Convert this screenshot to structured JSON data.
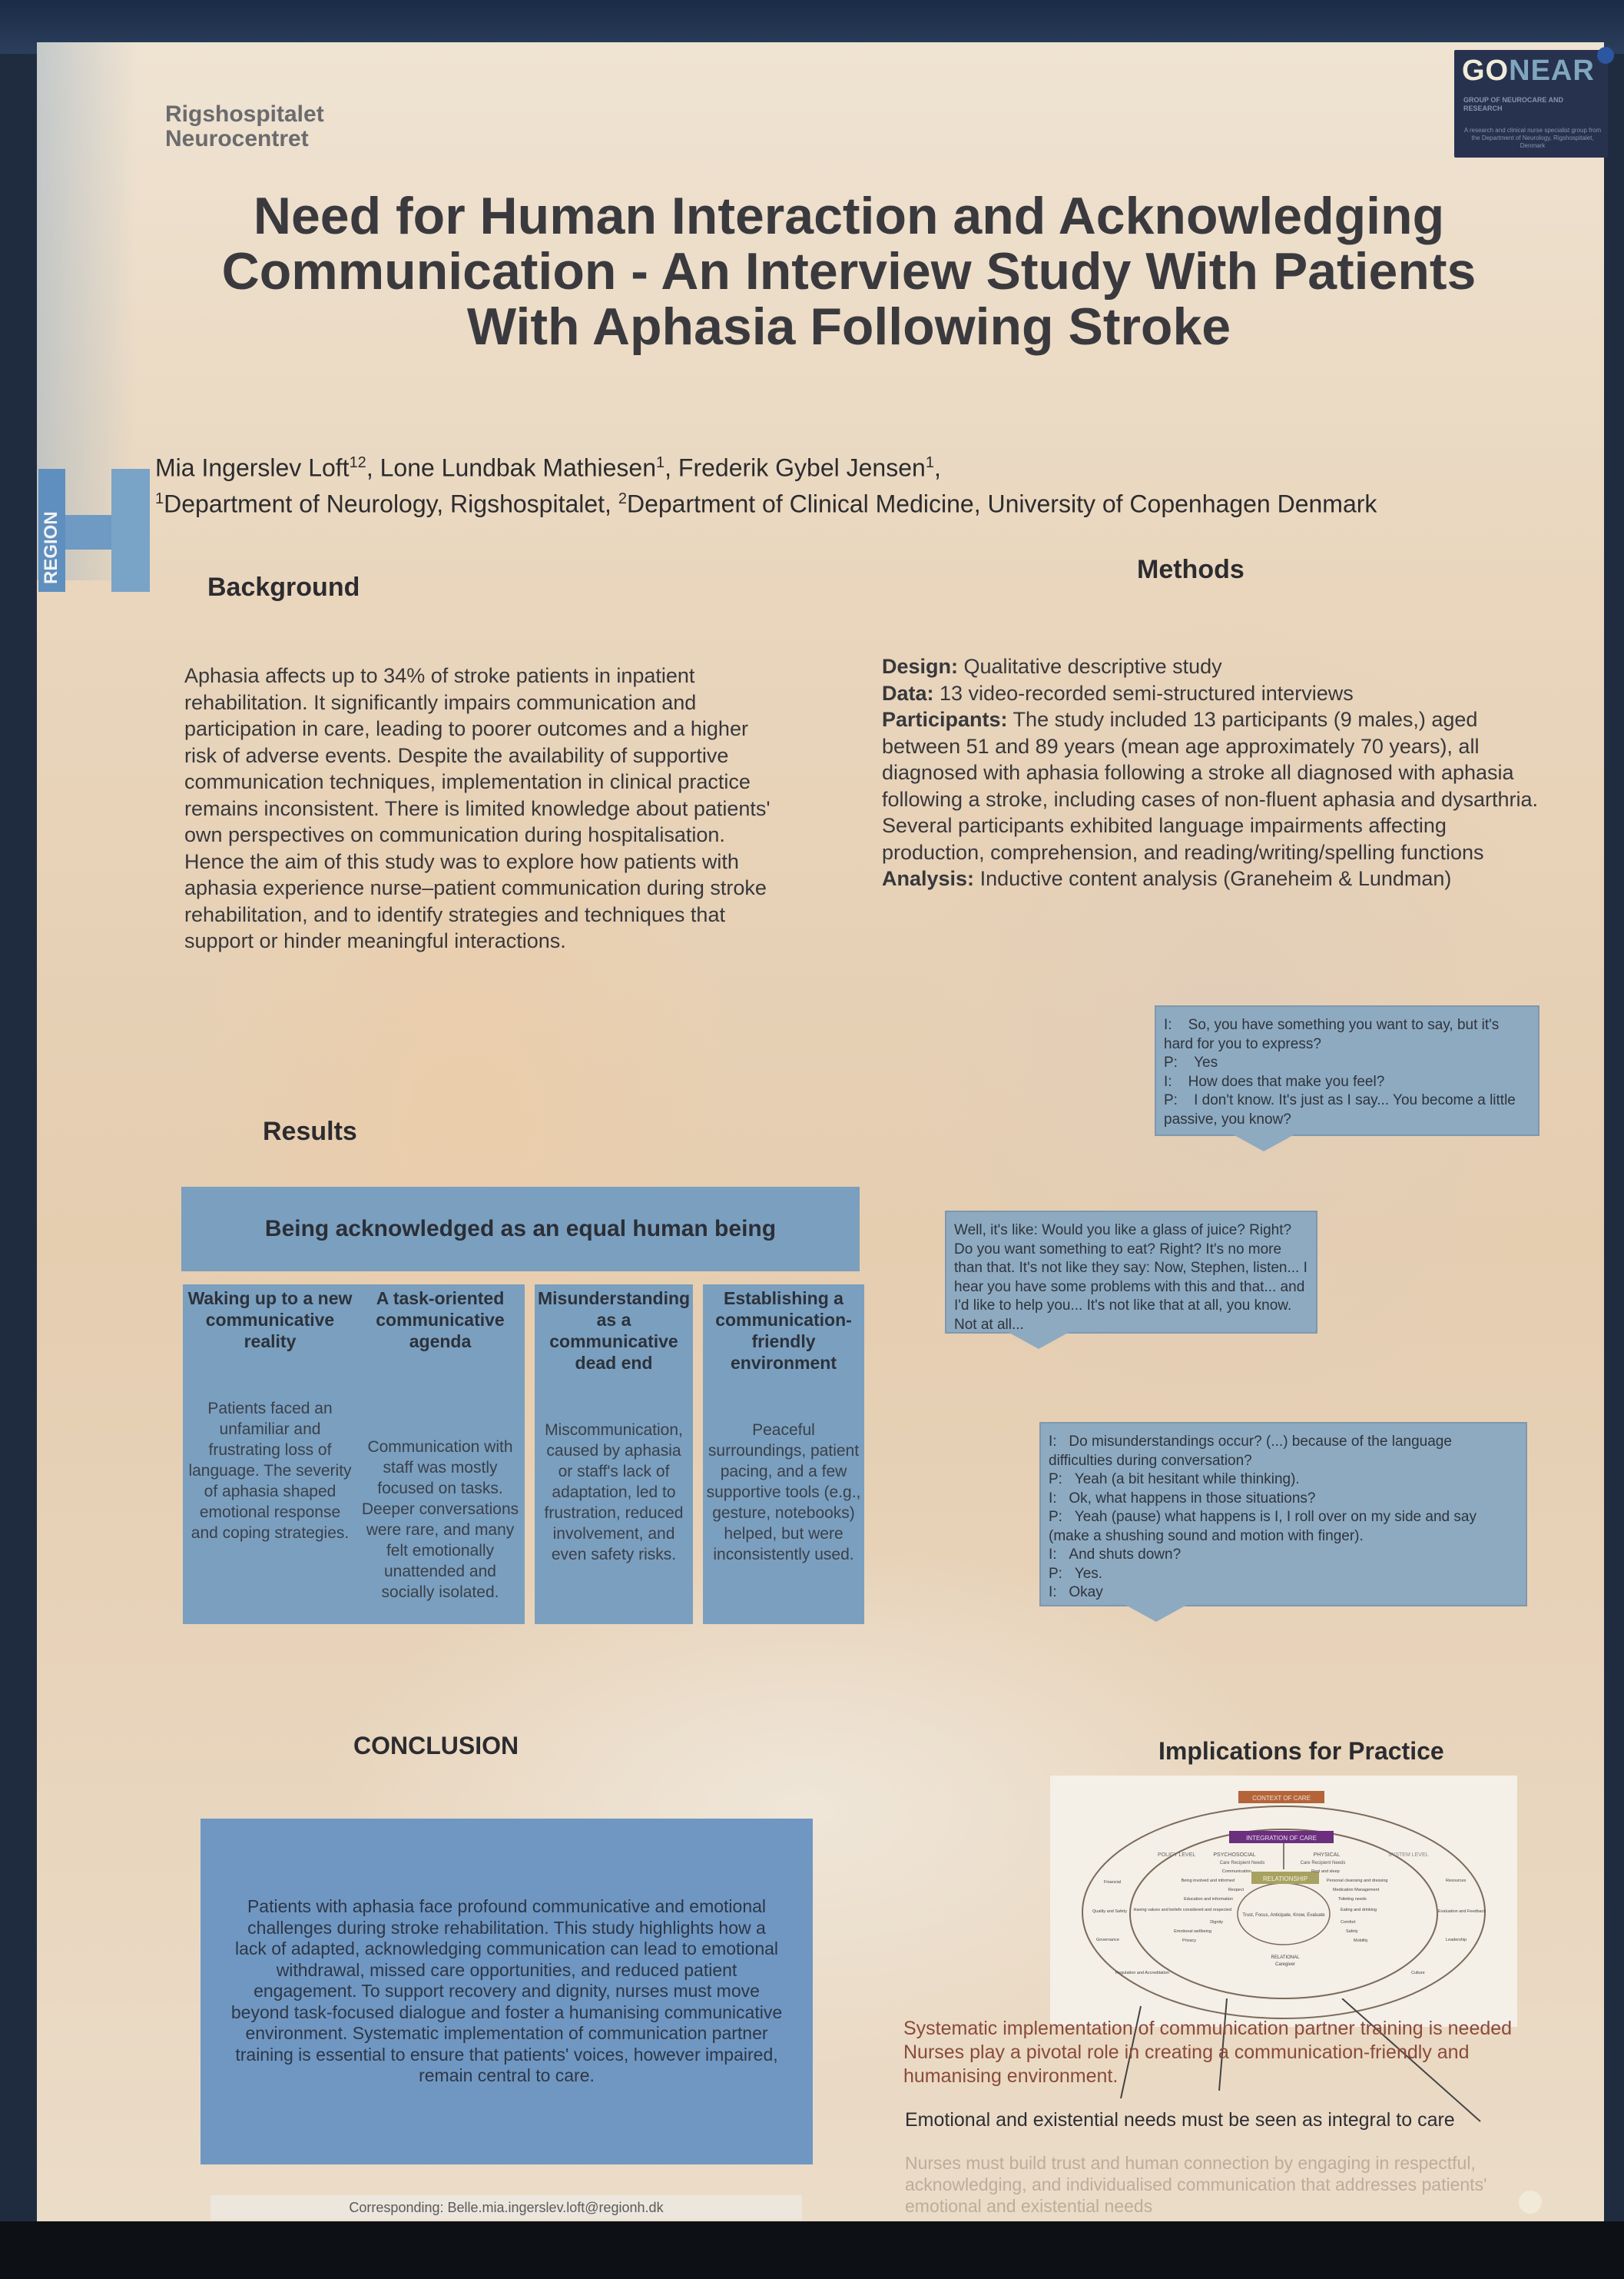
{
  "header": {
    "institution_line1": "Rigshospitalet",
    "institution_line2": "Neurocentret",
    "gonear_logo": {
      "word_a": "GO",
      "word_b": "NEAR",
      "subtitle": "GROUP OF NEUROCARE AND RESEARCH",
      "description": "A research and clinical nurse specialist group from the Department of Neurology, Rigshospitalet, Denmark"
    },
    "region_logo_text": "REGION",
    "title_lines": [
      "Need for Human Interaction and Acknowledging",
      "Communication - An Interview Study With Patients",
      "With Aphasia Following Stroke"
    ],
    "authors": {
      "a1": "Mia Ingerslev Loft",
      "a1_sup": "12",
      "a2": ", Lone Lundbak Mathiesen",
      "a2_sup": "1",
      "a3": ", Frederik Gybel Jensen",
      "a3_sup": "1",
      "a3_tail": ",",
      "aff1_sup": "1",
      "aff1": "Department of Neurology, Rigshospitalet, ",
      "aff2_sup": "2",
      "aff2": "Department of Clinical Medicine, University of Copenhagen Denmark"
    }
  },
  "background": {
    "heading": "Background",
    "text": "Aphasia affects up to 34% of stroke patients in inpatient rehabilitation. It significantly impairs communication and participation in care, leading to poorer outcomes and a higher risk of adverse events. Despite the availability of supportive communication techniques, implementation in clinical practice remains inconsistent. There is limited knowledge about patients' own perspectives on communication during hospitalisation. Hence the aim of this study was to explore how patients with aphasia experience nurse–patient communication during stroke rehabilitation, and to identify strategies and techniques that support or hinder meaningful interactions."
  },
  "methods": {
    "heading": "Methods",
    "design_label": "Design:",
    "design": " Qualitative descriptive study",
    "data_label": "Data:",
    "data": " 13 video-recorded semi-structured interviews",
    "participants_label": "Participants:",
    "participants": " The study included 13 participants (9 males,) aged between 51 and 89 years (mean age approximately 70 years), all diagnosed with aphasia following a stroke all diagnosed with aphasia following a stroke, including cases of non-fluent aphasia and dysarthria. Several participants exhibited language impairments affecting production, comprehension, and reading/writing/spelling functions",
    "analysis_label": "Analysis:",
    "analysis": " Inductive content analysis (Graneheim & Lundman)"
  },
  "quotes": [
    {
      "lines": [
        "I:    So, you have something you want to say, but it's hard for you to express?",
        "P:    Yes",
        "I:    How does that make you feel?",
        "P:    I don't know. It's just as I say... You become a little passive, you know?"
      ]
    },
    {
      "lines": [
        "Well, it's like: Would you like a glass of juice? Right? Do you want something to eat? Right? It's no more than that. It's not like they say: Now, Stephen, listen... I hear you have some problems with this and that... and I'd like to help you... It's not like that at all, you know. Not at all..."
      ]
    },
    {
      "lines": [
        "I:   Do misunderstandings occur? (...) because of the language difficulties during conversation?",
        "P:   Yeah (a bit hesitant while thinking).",
        "I:   Ok, what happens in those situations?",
        "P:   Yeah (pause) what happens is I, I roll over on my side and say (make a shushing sound and motion with finger).",
        "I:   And shuts down?",
        "P:   Yes.",
        "I:   Okay"
      ]
    }
  ],
  "results": {
    "heading": "Results",
    "banner": "Being acknowledged as an equal human being",
    "themes": [
      {
        "title": "Waking up to a new communicative reality",
        "text": "Patients faced an unfamiliar and frustrating loss of language. The severity of aphasia shaped emotional response and coping strategies."
      },
      {
        "title": "A task-oriented communicative agenda",
        "text": "Communication with staff was mostly focused on tasks. Deeper conversations were rare, and many felt emotionally unattended and socially isolated."
      },
      {
        "title": "Misunderstanding as a communicative dead end",
        "text": "Miscommunication, caused by aphasia or staff's lack of adaptation, led to frustration, reduced involvement, and even safety risks."
      },
      {
        "title": "Establishing a communication-friendly environment",
        "text": "Peaceful surroundings, patient pacing, and a few supportive tools (e.g., gesture, notebooks) helped, but were inconsistently used."
      }
    ]
  },
  "conclusion": {
    "heading": "CONCLUSION",
    "text": "Patients with aphasia face profound communicative and emotional challenges during stroke rehabilitation. This study highlights how a lack of adapted, acknowledging communication can lead to emotional withdrawal, missed care opportunities, and reduced patient engagement. To support recovery and dignity, nurses must move beyond task-focused dialogue and foster a humanising communicative environment. Systematic implementation of communication partner training is essential to ensure that patients' voices, however impaired, remain central to care."
  },
  "implications": {
    "heading": "Implications for Practice",
    "diagram": {
      "context": "CONTEXT OF CARE",
      "integration": "INTEGRATION OF CARE",
      "relationship": "RELATIONSHIP",
      "policy": "POLICY LEVEL",
      "psychosocial": "PSYCHOSOCIAL",
      "physical": "PHYSICAL",
      "system": "SYSTEM LEVEL",
      "needs_a": "Care Recipient Needs",
      "needs_b": "Care Recipient Needs",
      "core": "Trust, Focus, Anticipate, Know, Evaluate",
      "relational": "RELATIONAL",
      "caregiver": "Caregiver",
      "left_items": [
        "Communication",
        "Being involved and informed",
        "Respect",
        "Education and information",
        "Having values and beliefs considered and respected",
        "Dignity",
        "Emotional wellbeing",
        "Privacy"
      ],
      "right_items": [
        "Rest and sleep",
        "Personal cleansing and dressing",
        "Medication Management",
        "Toileting needs",
        "Eating and drinking",
        "Comfort",
        "Safety",
        "Mobility"
      ],
      "outer_left": [
        "Financial",
        "Quality and Safety",
        "Governance",
        "Regulation and Accreditation"
      ],
      "outer_right": [
        "Resources",
        "Evaluation and Feedback",
        "Leadership",
        "Culture"
      ]
    },
    "line1": "Systematic implementation of communication partner training is needed",
    "line2": "Nurses play a pivotal role in creating a communication-friendly and humanising environment.",
    "line3": "Emotional and existential needs must be seen as integral to care",
    "line4": "Nurses must build trust and human connection by engaging in respectful, acknowledging, and individualised communication that addresses patients' emotional and existential needs"
  },
  "footer": {
    "corresponding": "Corresponding: Belle.mia.ingerslev.loft@regionh.dk"
  },
  "colors": {
    "box_blue": "#7b9fbf",
    "quote_blue": "#8eaac0",
    "accent_brown": "#8a4a3a",
    "context": "#b5643a",
    "integration": "#6b2f7e",
    "relationship": "#a8a262"
  }
}
